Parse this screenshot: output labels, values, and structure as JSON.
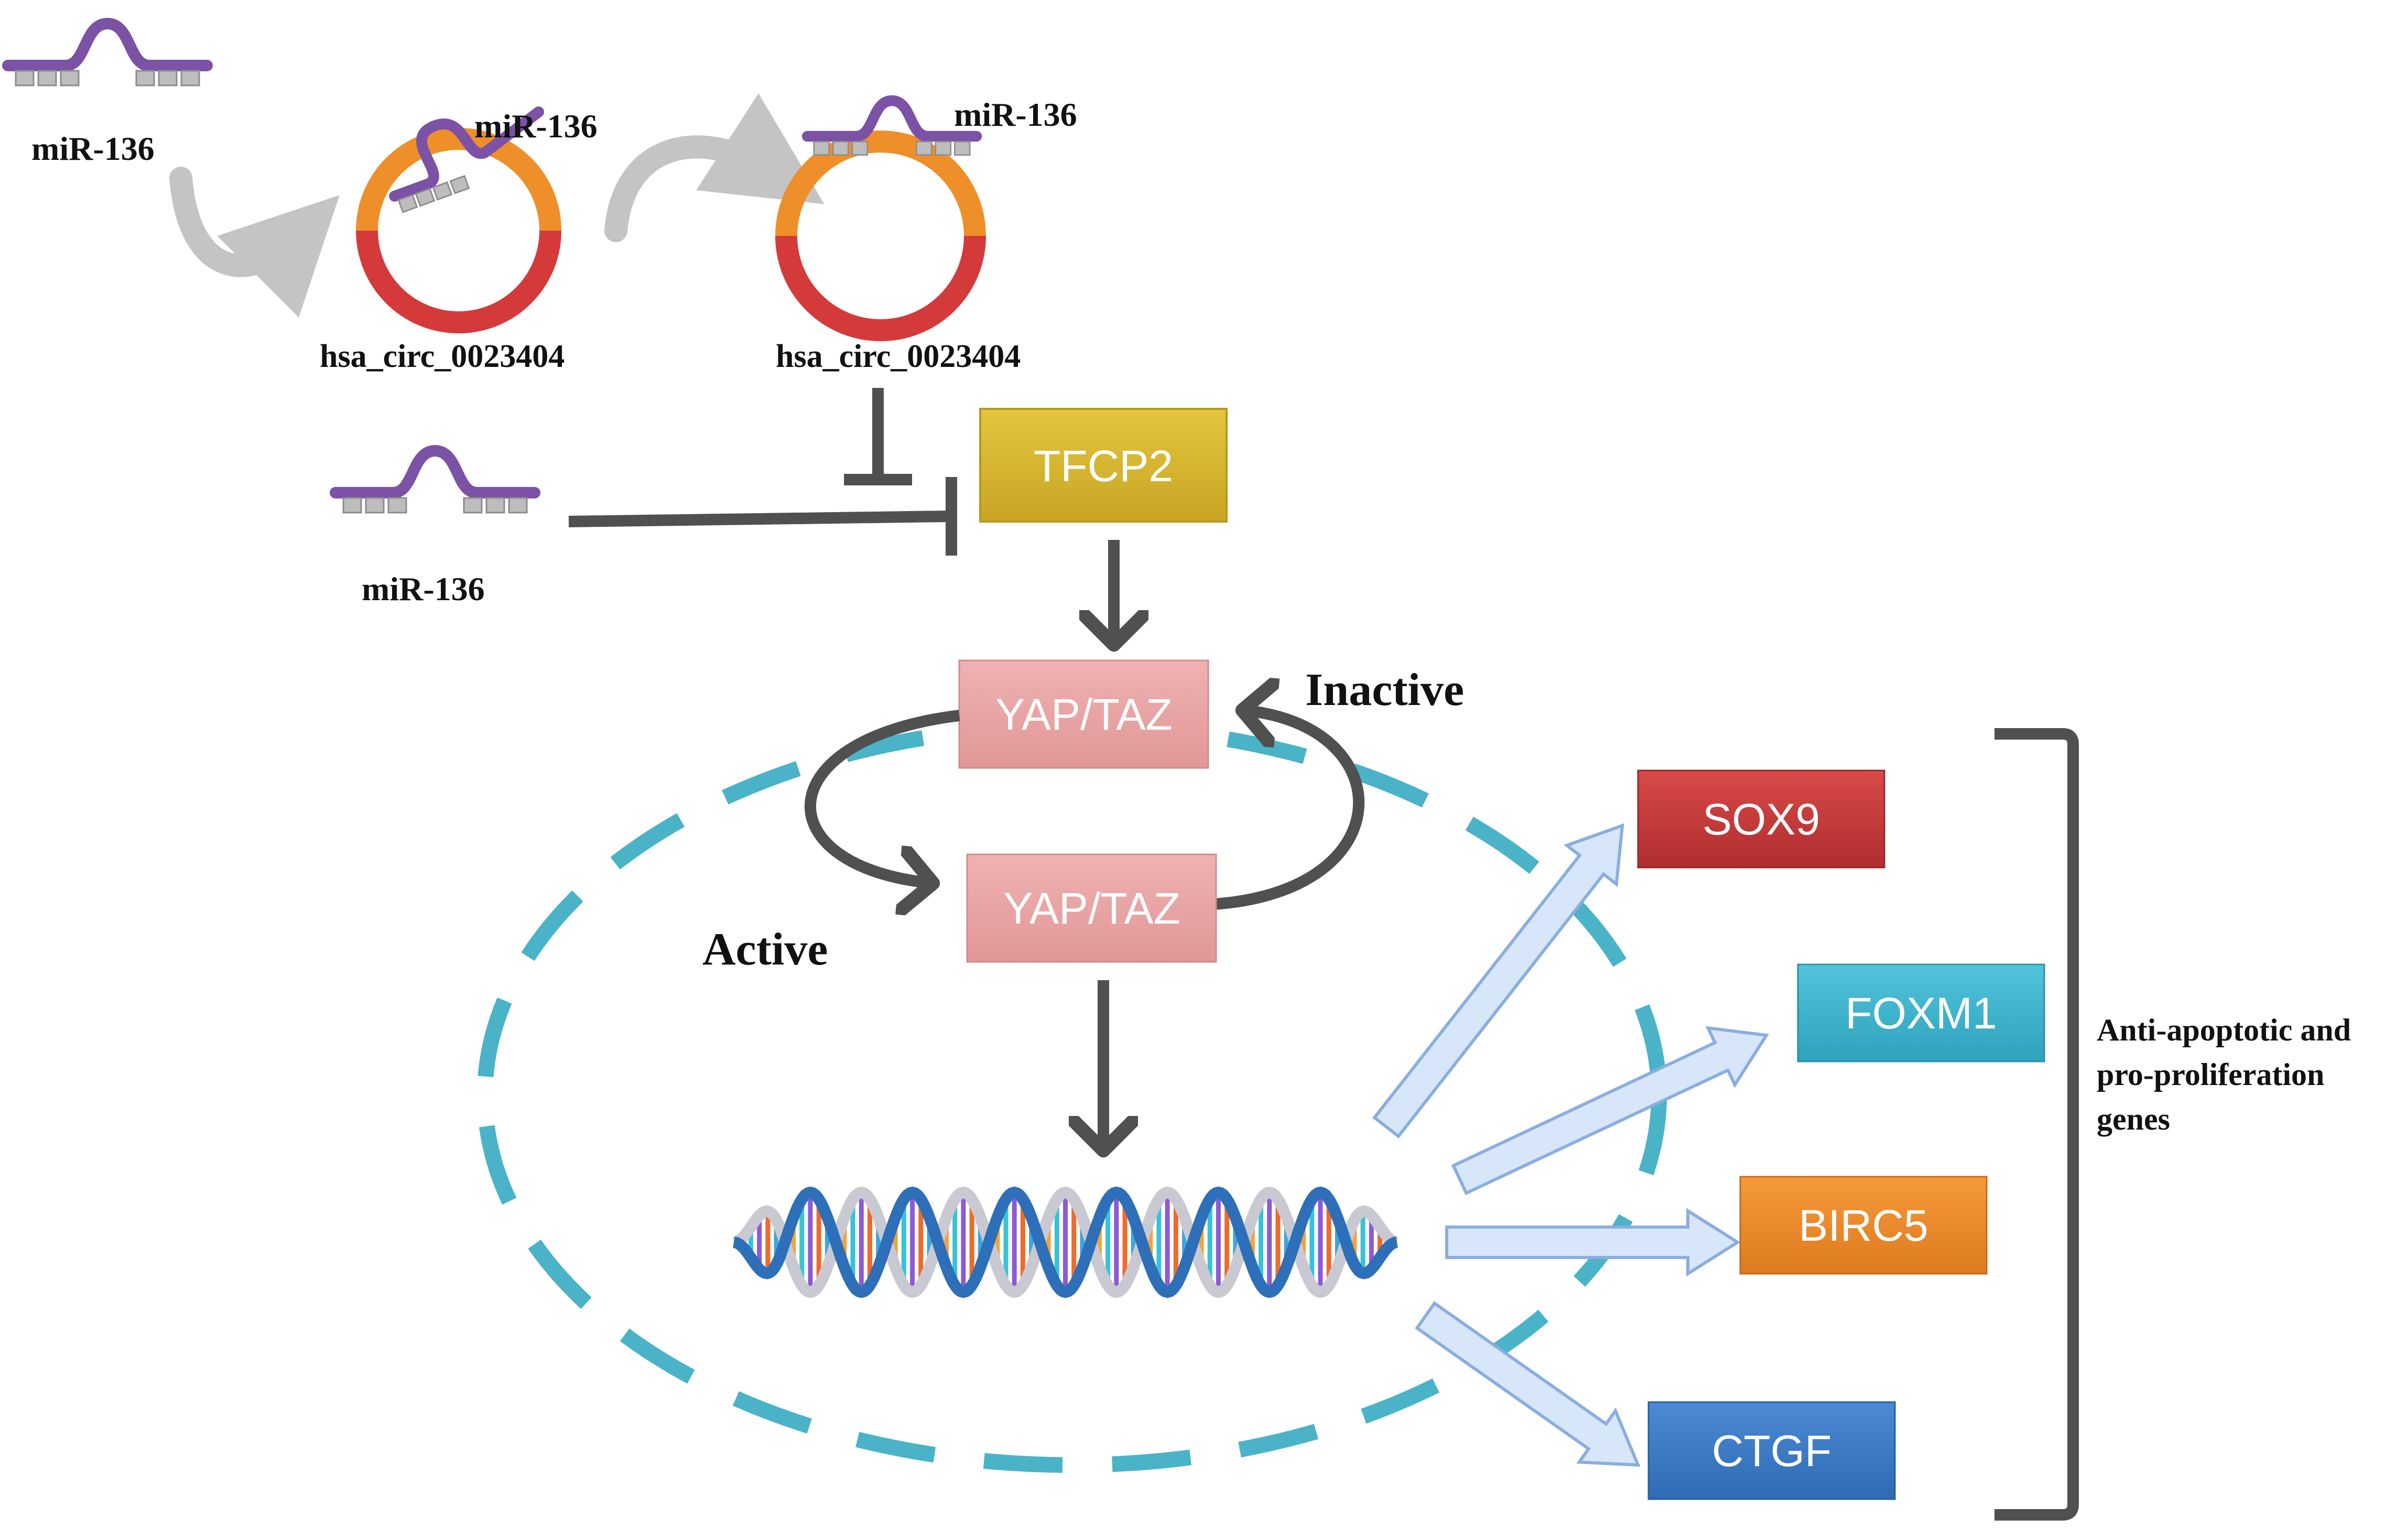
{
  "mirna": {
    "top_left_label": "miR-136",
    "bound_label_1": "miR-136",
    "bound_label_2": "miR-136",
    "inhibitor_label": "miR-136"
  },
  "circrna": {
    "label_1": "hsa_circ_0023404",
    "label_2": "hsa_circ_0023404"
  },
  "nodes": {
    "tfcp2": "TFCP2",
    "yap_taz_inactive": "YAP/TAZ",
    "yap_taz_active": "YAP/TAZ"
  },
  "states": {
    "inactive": "Inactive",
    "active": "Active"
  },
  "target_genes": [
    {
      "label": "SOX9",
      "color": "#c8383a"
    },
    {
      "label": "FOXM1",
      "color": "#3fb5cf"
    },
    {
      "label": "BIRC5",
      "color": "#ef8b2b"
    },
    {
      "label": "CTGF",
      "color": "#3d7dc8"
    }
  ],
  "gene_group": {
    "line1": "Anti-apoptotic and",
    "line2": "pro-proliferation",
    "line3": "genes"
  },
  "colors": {
    "tfcp2": "#d9b82f",
    "yap_taz": "#e8a4a4",
    "mirna": "#7b52a6",
    "circ_top": "#ef8f2a",
    "circ_bottom": "#d43a3a",
    "nucleus_dash": "#4ab3c8",
    "arrow_dark": "#505050",
    "gene_arrow_fill": "#d7e6f8",
    "gene_arrow_stroke": "#8aaede"
  }
}
